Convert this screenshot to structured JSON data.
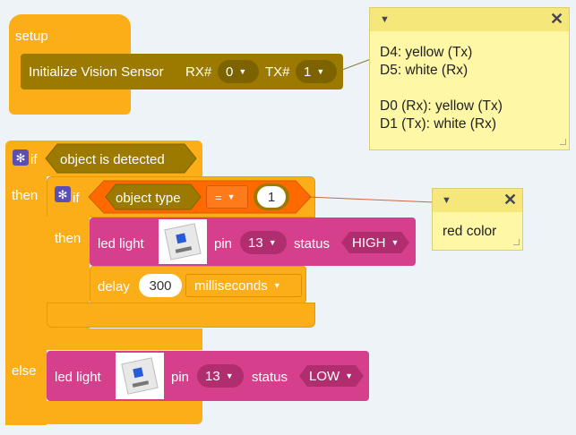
{
  "setup": {
    "hat_label": "setup",
    "init_label": "Initialize Vision Sensor",
    "rx_label": "RX#",
    "rx_value": "0",
    "tx_label": "TX#",
    "tx_value": "1"
  },
  "note_pins": {
    "text": "D4: yellow (Tx)\nD5: white (Rx)\n\nD0 (Rx): yellow (Tx)\nD1 (Tx): white (Rx)"
  },
  "note_red": {
    "text": "red color"
  },
  "if_outer": {
    "if_label": "if",
    "condition": "object is detected",
    "then_label": "then",
    "else_label": "else"
  },
  "if_inner": {
    "if_label": "if",
    "object_type_label": "object type",
    "operator": "=",
    "value": "1",
    "then_label": "then"
  },
  "led_high": {
    "label": "led light",
    "pin_label": "pin",
    "pin_value": "13",
    "status_label": "status",
    "status_value": "HIGH"
  },
  "delay": {
    "label": "delay",
    "value": "300",
    "unit": "milliseconds"
  },
  "led_low": {
    "label": "led light",
    "pin_label": "pin",
    "pin_value": "13",
    "status_label": "status",
    "status_value": "LOW"
  },
  "colors": {
    "control": "#fbae17",
    "control_dark": "#e59a0a",
    "sensor": "#9c7a00",
    "led": "#d63f8c",
    "operator": "#ff6a00",
    "comment": "#fdf7a6"
  }
}
